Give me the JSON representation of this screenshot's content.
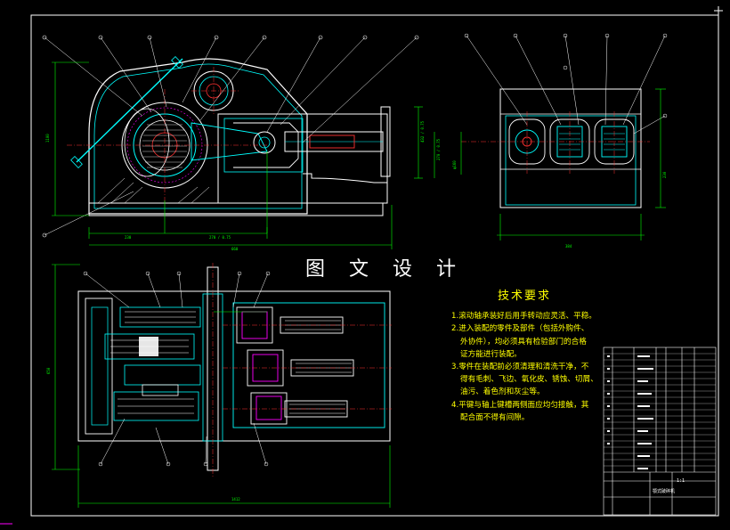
{
  "drawing": {
    "watermark": "图 文 设 计",
    "colors": {
      "background": "#000000",
      "outline": "#ffffff",
      "part": "#00ffff",
      "dimension": "#00ff00",
      "leader": "#ffffff",
      "section_red": "#ff3030",
      "note_text": "#ffff00",
      "hatch": "#ff00ff"
    },
    "technical_requirements": {
      "title": "技术要求",
      "items": [
        "1.滚动轴承装好后用手转动应灵活、平稳。",
        "2.进入装配的零件及部件（包括外购件、",
        "外协件），均必须具有检验部门的合格",
        "证方能进行装配。",
        "3.零件在装配前必须清理和清洗干净，不",
        "得有毛刺、飞边、氧化皮、锈蚀、切屑、",
        "油污、着色剂和灰尘等。",
        "4.平键与轴上键槽两侧面应均匀接触，其",
        "配合面不得有间隙。"
      ]
    },
    "title_block": {
      "scale": "1:1",
      "name": "颚式破碎机"
    }
  }
}
